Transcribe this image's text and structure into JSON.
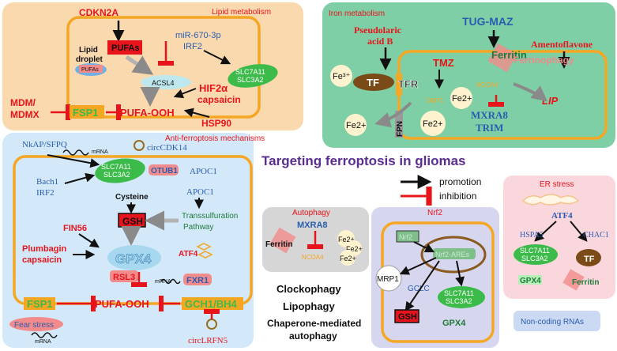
{
  "title": "Targeting ferroptosis in gliomas",
  "legend": {
    "promotion": "promotion",
    "inhibition": "inhibition"
  },
  "colors": {
    "red": "#e8141c",
    "blue": "#2a5db0",
    "green": "#1f7a3a",
    "orange": "#f5a623",
    "purple": "#5a2d91",
    "black": "#111111"
  },
  "lipid": {
    "heading": "Lipid metabolism",
    "cdkn2a": "CDKN2A",
    "lipid_droplet_1": "Lipid",
    "lipid_droplet_2": "droplet",
    "droplet_pufas": "PUFAs",
    "pufas": "PUFAs",
    "mir": "miR-670-3p",
    "irf2": "IRF2",
    "acsl4": "ACSL4",
    "slc_1": "SLC7A11",
    "slc_2": "SLC3A2",
    "hif": "HIF2α",
    "capsaicin": "capsaicin",
    "hsp90": "HSP90",
    "mdm_1": "MDM/",
    "mdm_2": "MDMX",
    "fsp1": "FSP1",
    "pufa_ooh": "PUFA-OOH"
  },
  "iron": {
    "heading": "Iron metabolism",
    "pseudolaric_1": "Pseudolaric",
    "pseudolaric_2": "acid B",
    "tug": "TUG-MAZ",
    "amentoflavone": "Amentoflavone",
    "fe3": "Fe³⁺",
    "tf": "TF",
    "tfr": "TFR",
    "tmz": "TMZ",
    "ferritin": "Ferritin",
    "ferrinophagy": "Ferrinophagy",
    "dmt1": "DMT1",
    "fe2_a": "Fe2+",
    "ncoa4": "NCOA4",
    "lip": "LIP",
    "fe2_b": "Fe2+",
    "fe2_c": "Fe2+",
    "fpn": "FPN",
    "mxra8": "MXRA8",
    "trim": "TRIM"
  },
  "anti": {
    "heading": "Anti-ferroptosis mechanisms",
    "nkap": "NkAP/SFPQ",
    "mrna_1": "mRNA",
    "circ14": "circCDK14",
    "slc_1": "SLC7A11",
    "slc_2": "SLC3A2",
    "otub1": "OTUB1",
    "apoc1_a": "APOC1",
    "bach1": "Bach1",
    "irf2": "IRF2",
    "cysteine": "Cysteine",
    "apoc1_b": "APOC1",
    "gsh": "GSH",
    "trans_1": "Transsulfuration",
    "trans_2": "Pathway",
    "fin56": "FIN56",
    "plumbagin": "Plumbagin",
    "capsaicin": "capsaicin",
    "gpx4": "GPX4",
    "atf4": "ATF4",
    "rsl3": "RSL3",
    "mrna_2": "mRNA",
    "fxr1": "FXR1",
    "fsp1": "FSP1",
    "pufa_ooh": "PUFA-OOH",
    "gch1": "GCH1/BH4",
    "fear": "Fear stress",
    "mrna_3": "mRNA",
    "circlrfn5": "circLRFN5"
  },
  "autophagy": {
    "heading": "Autophagy",
    "mxra8": "MXRA8",
    "ferritin": "Ferritin",
    "ncoa4": "NCOA4",
    "fe_1": "Fe2+",
    "fe_2": "Fe2+",
    "fe_3": "Fe2+",
    "clockophagy": "Clockophagy",
    "lipophagy": "Lipophagy",
    "chaperone_1": "Chaperone-mediated",
    "chaperone_2": "autophagy"
  },
  "nrf2": {
    "heading": "Nrf2",
    "nrf2": "Nrf2",
    "ares": "Nrf2-AREs",
    "mrp1": "MRP1",
    "gclc": "GCLC",
    "slc_1": "SLC7A11",
    "slc_2": "SLC3A2",
    "gsh": "GSH",
    "gpx4": "GPX4"
  },
  "er": {
    "heading": "ER stress",
    "atf4": "ATF4",
    "hspa5": "HSPA5",
    "chac1": "CHAC1",
    "slc_1": "SLC7A11",
    "slc_2": "SLC3A2",
    "tf": "TF",
    "gpx4": "GPX4",
    "ferritin": "Ferritin"
  },
  "noncoding": "Non-coding RNAs"
}
